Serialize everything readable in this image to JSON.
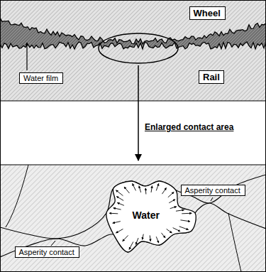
{
  "diagram": {
    "nodes": [
      {
        "text": [
          "Wheel"
        ]
      },
      {
        "text": [
          "Water film"
        ]
      },
      {
        "text": [
          "Rail"
        ]
      },
      {
        "text": [
          "Asperity contact"
        ]
      },
      {
        "text": [
          "Water"
        ]
      },
      {
        "text": [
          "Asperity contact"
        ]
      }
    ],
    "edges": [],
    "labels": [
      "Enlarged contact area"
    ]
  }
}
